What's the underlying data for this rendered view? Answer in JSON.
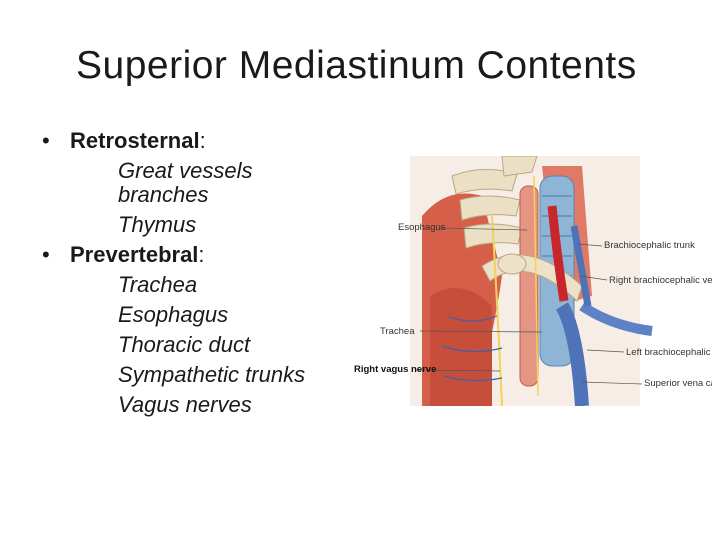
{
  "title": "Superior Mediastinum Contents",
  "bullets": [
    {
      "heading": "Retrosternal",
      "colon": ":",
      "items": [
        "Great vessels",
        "branches",
        "Thymus"
      ]
    },
    {
      "heading": "Prevertebral",
      "colon": ":",
      "items": [
        "Trachea",
        "Esophagus",
        "Thoracic duct",
        "Sympathetic trunks",
        "Vagus nerves"
      ]
    }
  ],
  "figure": {
    "labels": {
      "esophagus": "Esophagus",
      "brachiocephalic_trunk": "Brachiocephalic trunk",
      "right_brachiocephalic_vein": "Right brachiocephalic vein",
      "trachea": "Trachea",
      "left_brachiocephalic_vein": "Left brachiocephalic vein",
      "right_vagus_nerve": "Right vagus nerve",
      "superior_vena_cava": "Superior vena cava"
    }
  },
  "colors": {
    "bone": "#e8d9b8",
    "muscle": "#d9604a",
    "vein": "#4f73b8",
    "artery": "#c8262a",
    "nerve": "#f2d25a"
  }
}
